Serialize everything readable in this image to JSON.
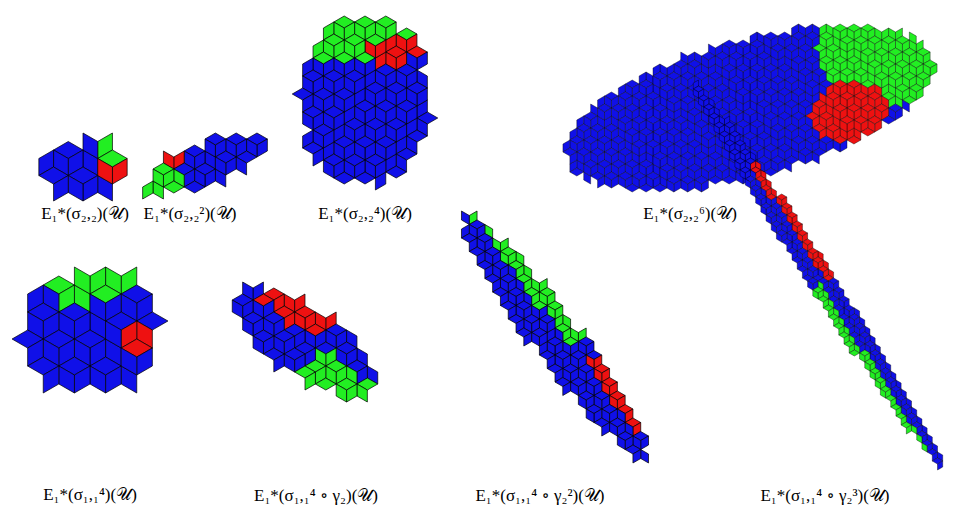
{
  "diagram": {
    "labels": [
      "E₁*(σ₂,₂)(𝒰)",
      "E₁*(σ₂,₂²)(𝒰)",
      "E₁*(σ₂,₂⁴)(𝒰)",
      "E₁*(σ₂,₂⁶)(𝒰)",
      "E₁*(σ₁,₁⁴)(𝒰)",
      "E₁*(σ₁,₁⁴ ∘ γ₂)(𝒰)",
      "E₁*(σ₁,₁⁴ ∘ γ₂²)(𝒰)",
      "E₁*(σ₁,₁⁴ ∘ γ₂³)(𝒰)"
    ]
  }
}
